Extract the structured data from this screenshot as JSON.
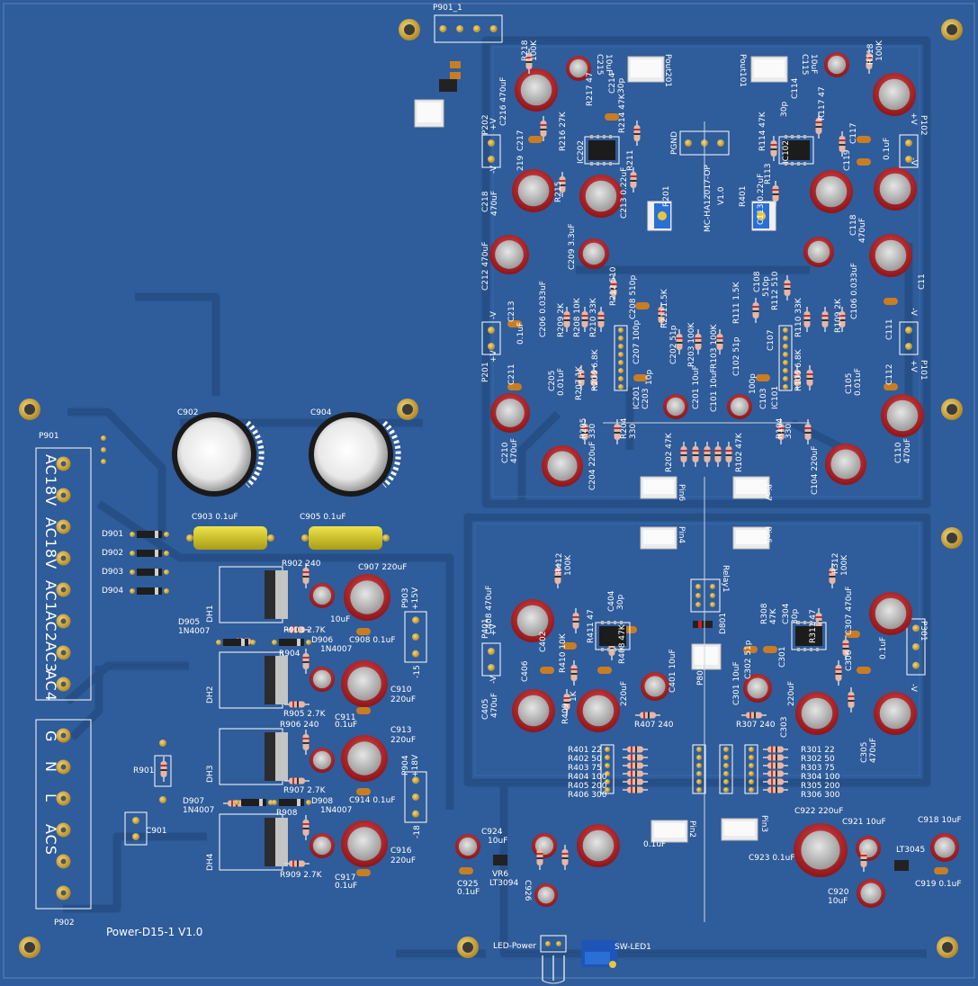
{
  "board": {
    "title": "Power-D15-1 V1.0",
    "colors": {
      "pcb": "#2f5c9a",
      "pcb_dark": "#244a80",
      "trace": "#2a5390",
      "silk": "#ffffff",
      "pad": "#d8b24a",
      "cap_red": "#b8222a",
      "cap_top": "#bdbdbd",
      "film_cap": "#d9c928",
      "trimmer": "#2a6fd6",
      "connector": "#ededed"
    }
  },
  "connectors": {
    "p901": "P901",
    "p902": "P902",
    "p901_1": "P901_1",
    "p903": "P903",
    "p904": "P904",
    "p903_text": "+15V",
    "p904_text": "+18V",
    "neg15": "-15",
    "neg18": "-18",
    "p102": "P102",
    "p202": "P202",
    "p201": "P201",
    "p101": "P101",
    "p401": "P401",
    "p301": "P301",
    "pgnd": "PGND",
    "pout201": "Pout201",
    "pout101": "Pout101",
    "pin5": "Pin5",
    "pin6": "Pin6",
    "pin4": "Pin4",
    "pin7": "Pin7",
    "pin2": "Pin2",
    "pin3": "Pin3",
    "p801": "P801",
    "relay": "Relay1",
    "led_power": "LED-Power",
    "sw_led": "SW-LED1",
    "vplus": "+V",
    "vminus": "-V"
  },
  "ac_labels": [
    "AC18V",
    "AC18V",
    "AC1",
    "AC2",
    "AC3",
    "AC4"
  ],
  "mains_labels": [
    "G",
    "N",
    "L",
    "ACS"
  ],
  "module_label": "MC-HA12017-OP",
  "module_version": "V1.0",
  "power": {
    "c902": "C902",
    "c904": "C904",
    "c903": "C903 0.1uF",
    "c905": "C905 0.1uF",
    "diodes": [
      "D901",
      "D902",
      "D903",
      "D904"
    ],
    "d905": "D905",
    "d905_part": "1N4007",
    "d907": "D907",
    "d907_part": "1N4007",
    "d906": "D906",
    "d906_part": "1N4007",
    "d908": "D908",
    "d908_part": "1N4007",
    "r901": "R901",
    "c901": "C901",
    "heatsinks": [
      "DH1",
      "DH2",
      "DH3",
      "DH4"
    ],
    "r902": "R902 240",
    "r903": "R903 2.7K",
    "r904": "R904",
    "r905": "R905 2.7K",
    "r906": "R906 240",
    "r907": "R907 2.7K",
    "r908": "R908",
    "r909": "R909 2.7K",
    "c907": "C907 220uF",
    "c908": "C908 0.1uF",
    "c910": "C910",
    "c910_v": "220uF",
    "c911": "C911",
    "c911_v": "0.1uF",
    "c913": "C913",
    "c913_v": "220uF",
    "c914": "C914 0.1uF",
    "c916": "C916",
    "c916_v": "220uF",
    "c917": "C917",
    "c917_v": "0.1uF",
    "c906_v": "10uF",
    "c924": "C924",
    "c924_v": "10uF",
    "c925": "C925",
    "c925_v": "0.1uF",
    "c926": "C926",
    "vr6": "VR6",
    "lt3094": "LT3094",
    "c922": "C922 220uF",
    "c921": "C921 10uF",
    "c918": "C918 10uF",
    "c923": "C923 0.1uF",
    "c920": "C920",
    "c920_v": "10uF",
    "c919": "C919 0.1uF",
    "lt3045": "LT3045",
    "c927_v": "0.1uF"
  },
  "channel1": {
    "r118": "R118",
    "r118_v": "100K",
    "c115": "C115",
    "c115_v": "10uF",
    "c114": "C114",
    "c114_v": "30p",
    "r117": "R117 47",
    "r114": "R114 47K",
    "ic102": "IC102",
    "r113": "R113",
    "c113": "C113 0.22uF",
    "r101_pot": "R401",
    "c117": "C117",
    "c119": "C119",
    "c118": "C118",
    "c118_v": "470uF",
    "r111": "R111 1.5K",
    "r112": "R112 510",
    "c108": "C108",
    "c108_v": "510p",
    "r110": "R110 33K",
    "r109": "R109 2K",
    "c106": "C106 0.033uF",
    "c107": "C107",
    "r103": "R103 100K",
    "c102": "C102 51p",
    "ic101": "IC101",
    "r106": "R106 6.8K",
    "c105": "C105",
    "c105_v": "0.01uF",
    "c103": "C103",
    "c101": "C101 10uF",
    "c100p": "100p",
    "r104": "R104",
    "r104_v": "330",
    "r102": "R102 47K",
    "c104": "C104 220uF",
    "c110": "C110",
    "c110_v": "470uF",
    "c11": "C11",
    "c111": "C111",
    "c111_v": "0.1uF",
    "c112": "C112",
    "c112_v": "0.1uF",
    "c116_v": "0.1uF"
  },
  "channel2": {
    "r218": "R218",
    "r218_v": "100K",
    "c215": "C215",
    "c215_v": "10uF",
    "c216": "C216 470uF",
    "r217": "R217 47",
    "c214": "C214",
    "c214_v": "30p",
    "r214": "R214 47K",
    "c217": "C217",
    "r216": "R216 27K",
    "c219": "219",
    "ic202": "IC202",
    "r211": "R211",
    "r215": "R215",
    "c218": "C218",
    "c218_v": "470uF",
    "c213": "C213 0.22uF",
    "r201": "R201",
    "c209": "C209 3.3uF",
    "c212": "C212 470uF",
    "r212": "R212 510",
    "c208": "C208 510p",
    "r2111": "R2111.5K",
    "c206": "C206 0.033uF",
    "r209": "R209 2K",
    "r208": "R208 10K",
    "r210": "R210 33K",
    "c213b": "C213",
    "c213b_v": "0.1uF",
    "c207": "C207 100p",
    "c202": "C202 51p",
    "r203": "R203 100K",
    "ic201": "IC201",
    "c211": "C211",
    "c205": "C205",
    "c205_v": "0.01uF",
    "r207": "R207 1K",
    "r206": "R206 6.8K",
    "c203": "C203",
    "c210": "C210",
    "c210_v": "470uF",
    "r205": "R205",
    "r205_v": "330",
    "r204": "R204",
    "r204_v": "330",
    "r202": "R202 47K",
    "c204": "C204 220uF",
    "c201": "C201 10uF",
    "c10p": "10p"
  },
  "channel3": {
    "r312": "R312",
    "r312_v": "100K",
    "r308": "R308",
    "r308_v": "47K",
    "c304": "C304",
    "c304_v": "30p",
    "r311": "R311 47",
    "c307": "C307 470uF",
    "c302": "C302 51p",
    "c301": "C301",
    "c301_b": "C301 10uF",
    "c306": "C306",
    "c309_v": "0.1uF",
    "c303": "C303",
    "c303_v": "220uF",
    "r307": "R307 240",
    "c305": "C305",
    "c305_v": "470uF",
    "res_list": [
      "R301 22",
      "R302 50",
      "R303 75",
      "R304 100",
      "R305 200",
      "R306 300"
    ]
  },
  "channel4": {
    "r412": "R412",
    "r412_v": "100K",
    "c408": "C408 470uF",
    "c404": "C404",
    "c404_v": "30p",
    "r411": "R411 47",
    "r408": "R408 47K",
    "r410": "R410 10K",
    "c406": "C406",
    "c402": "C402",
    "c405": "C405",
    "c405_v": "470uF",
    "r409": "R409",
    "r409_v": "1K",
    "c403_v": "220uF",
    "r407": "R407 240",
    "c401": "C401 10uF",
    "res_list": [
      "R401 22",
      "R402 50",
      "R403 75",
      "R404 100",
      "R405 200",
      "R406 300"
    ]
  }
}
